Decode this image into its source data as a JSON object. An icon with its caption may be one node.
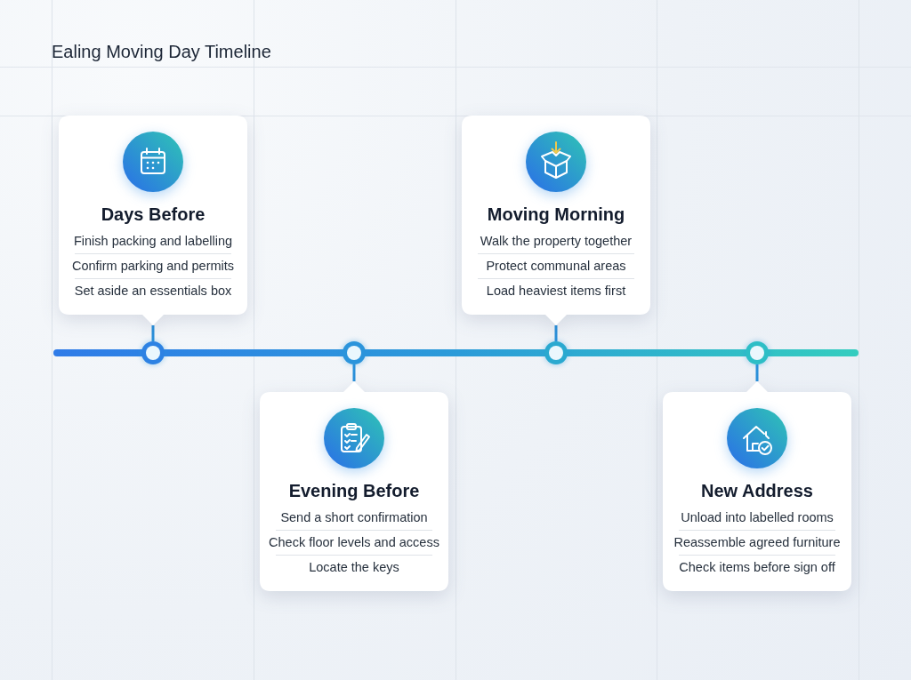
{
  "diagram": {
    "title": "Ealing Moving Day Timeline",
    "nodes": [
      {
        "text": [
          "Days Before",
          "Finish packing and labelling",
          "Confirm parking and permits",
          "Set aside an essentials box"
        ]
      },
      {
        "text": [
          "Evening Before",
          "Send a short confirmation",
          "Check floor levels and access",
          "Locate the keys"
        ]
      },
      {
        "text": [
          "Moving Morning",
          "Walk the property together",
          "Protect communal areas",
          "Load heaviest items first"
        ]
      },
      {
        "text": [
          "New Address",
          "Unload into labelled rooms",
          "Reassemble agreed furniture",
          "Check items before sign off"
        ]
      },
      {
        "text": [],
        "shape": "circle"
      },
      {
        "text": [],
        "shape": "circle"
      },
      {
        "text": [],
        "shape": "circle"
      },
      {
        "text": [],
        "shape": "circle"
      }
    ],
    "edges": [
      {
        "from": 4,
        "to": 0,
        "arrow": "none"
      },
      {
        "from": 5,
        "to": 1,
        "arrow": "none"
      },
      {
        "from": 6,
        "to": 2,
        "arrow": "none"
      },
      {
        "from": 7,
        "to": 3,
        "arrow": "none"
      }
    ]
  }
}
